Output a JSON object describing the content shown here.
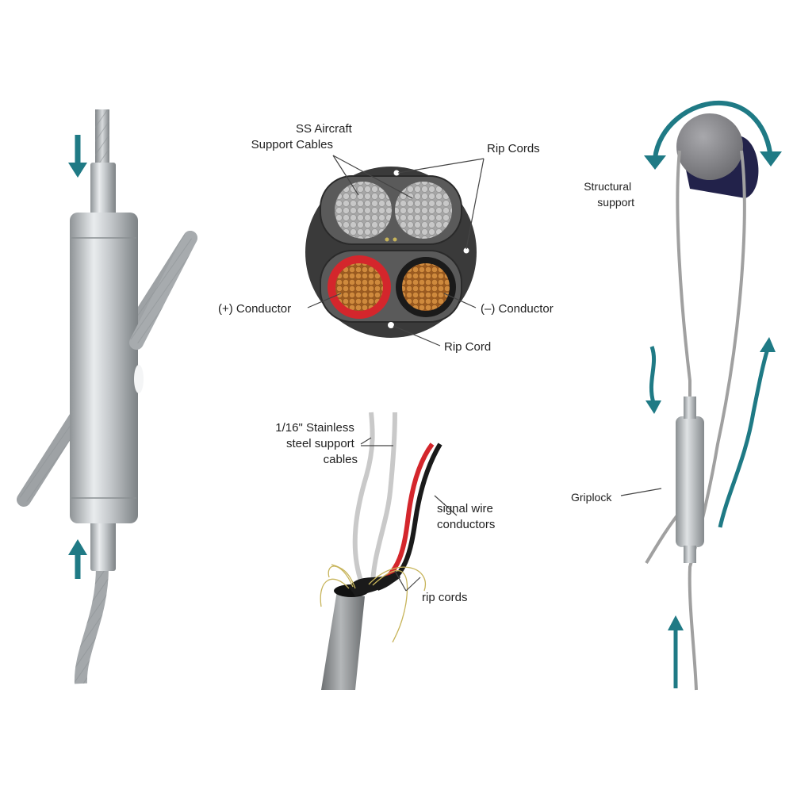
{
  "colors": {
    "arrow": "#1f7a85",
    "jacket": "#3a3a3a",
    "jacket_inner": "#5a5a5a",
    "strand": "#b9b9b9",
    "copper": "#c2772c",
    "red_insulation": "#d4262c",
    "black_insulation": "#1a1a1a",
    "rip_cord": "#c7b45a",
    "structure": "#2a2a4a",
    "cable": "#9a9a9a",
    "gripper": "#c9ccce"
  },
  "cross_section": {
    "support_cables": "SS Aircraft\nSupport Cables",
    "rip_cords_top": "Rip Cords",
    "positive_conductor": "(+) Conductor",
    "negative_conductor": "(–) Conductor",
    "rip_cord_bottom": "Rip Cord"
  },
  "wire_detail": {
    "steel_cables": "1/16\" Stainless\nsteel support\ncables",
    "signal_wire": "signal wire\nconductors",
    "rip_cords": "rip cords"
  },
  "installation": {
    "structural_support": "Structural\nsupport",
    "griplock": "Griplock"
  },
  "icons": [
    "arrow-down-icon",
    "arrow-up-icon",
    "rotation-arrow-icon"
  ]
}
